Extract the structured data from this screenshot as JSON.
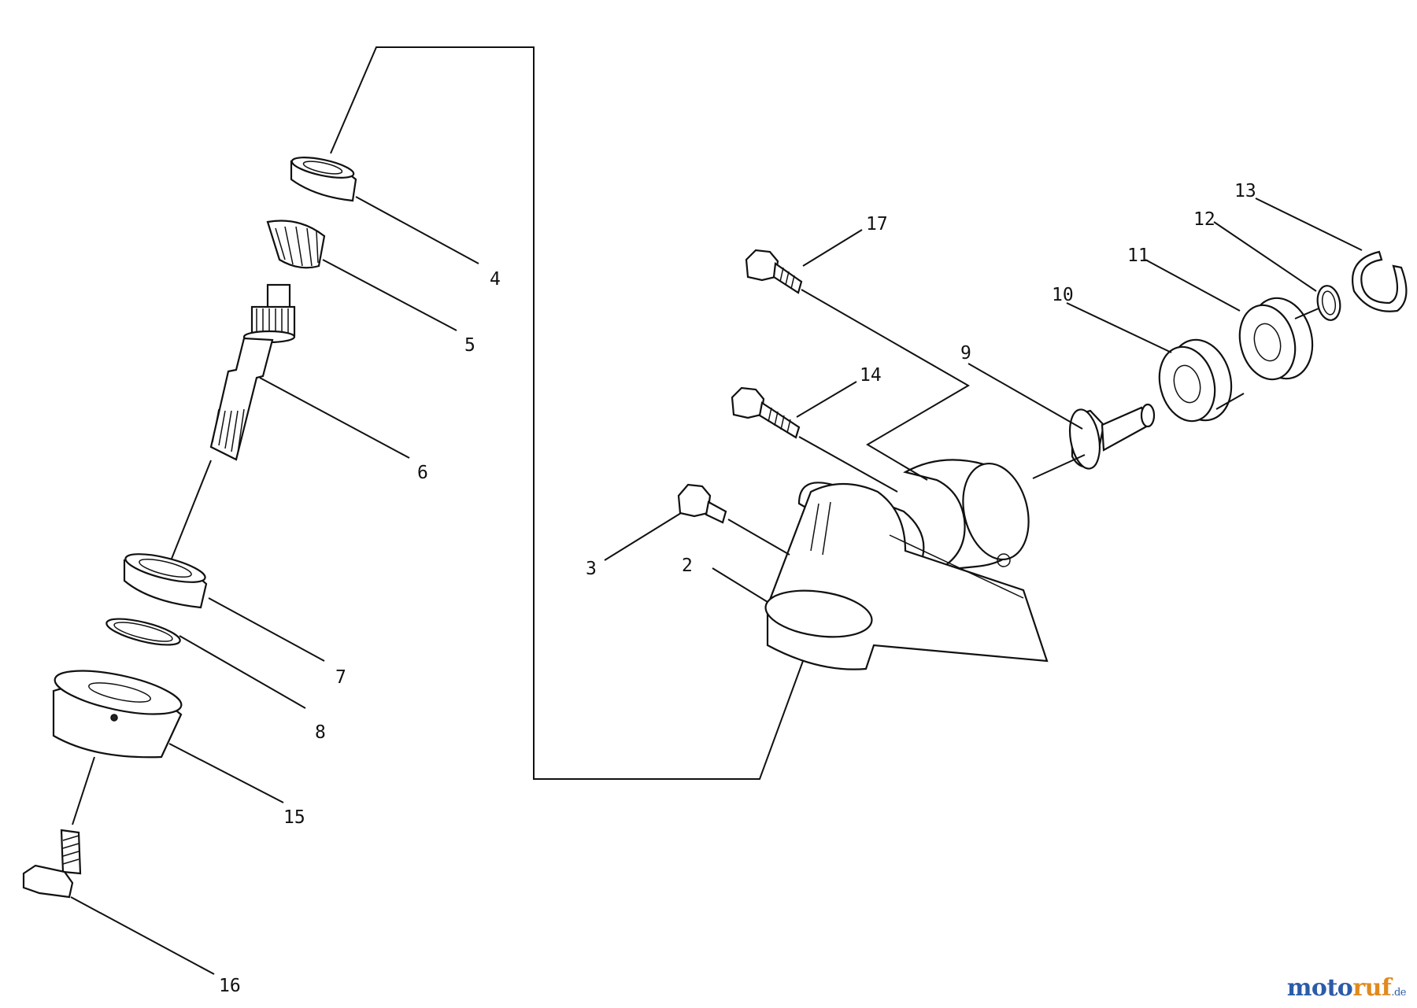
{
  "callouts": {
    "c2": "2",
    "c3": "3",
    "c4": "4",
    "c5": "5",
    "c6": "6",
    "c7": "7",
    "c8": "8",
    "c9": "9",
    "c10": "10",
    "c11": "11",
    "c12": "12",
    "c13": "13",
    "c14": "14",
    "c15": "15",
    "c16": "16",
    "c17": "17"
  },
  "watermark": {
    "brand_part1": "moto",
    "brand_part2": "ruf",
    "brand_tld": ".de",
    "color1": "#2b5ca8",
    "color2": "#e08a1e"
  }
}
